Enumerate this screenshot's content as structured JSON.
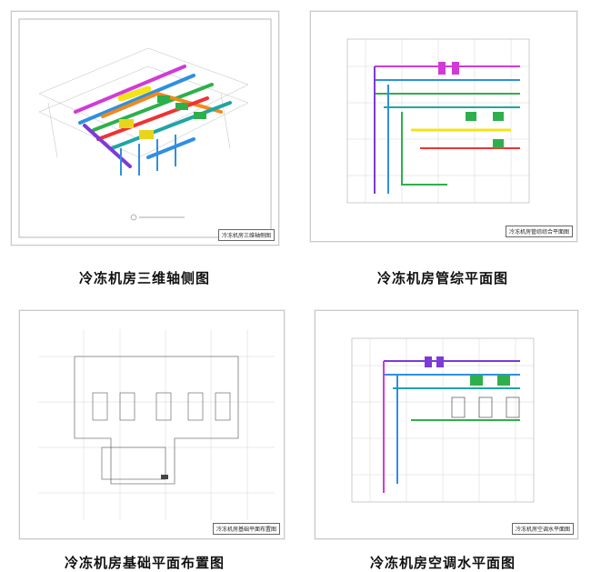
{
  "panels": [
    {
      "caption": "冷冻机房三维轴侧图",
      "sheet_title": "冷冻机房三维轴侧图"
    },
    {
      "caption": "冷冻机房管综平面图",
      "sheet_title": "冷冻机房管综综合平面图"
    },
    {
      "caption": "冷冻机房基础平面布置图",
      "sheet_title": "冷冻机房基础平面布置图"
    },
    {
      "caption": "冷冻机房空调水平面图",
      "sheet_title": "冷冻机房空调水平面图"
    }
  ]
}
